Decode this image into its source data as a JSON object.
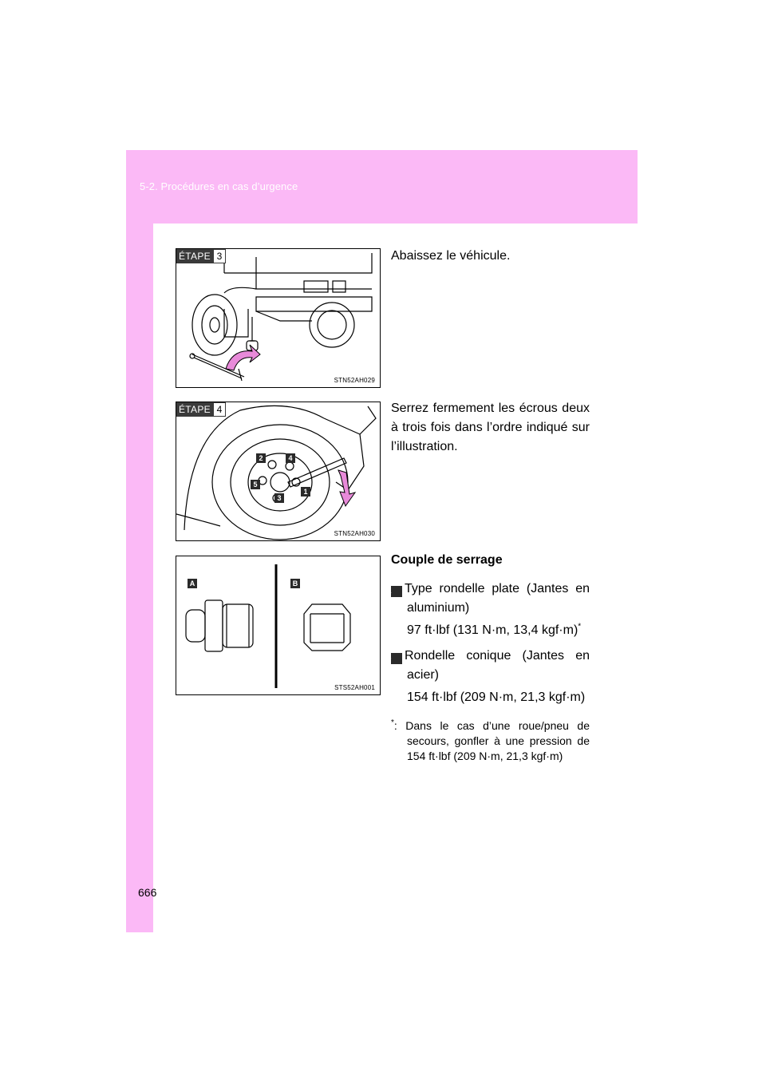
{
  "header": {
    "section_title": "5-2. Procédures en cas d’urgence"
  },
  "page_number": "666",
  "steps": [
    {
      "badge_word": "ÉTAPE",
      "badge_number": "3",
      "image_code": "STN52AH029",
      "text": "Abaissez le véhicule."
    },
    {
      "badge_word": "ÉTAPE",
      "badge_number": "4",
      "image_code": "STN52AH030",
      "text": "Serrez fermement les écrous deux à trois fois dans l’ordre indiqué sur l’illustration.",
      "nut_labels": [
        "1",
        "2",
        "3",
        "4",
        "5"
      ]
    }
  ],
  "torque": {
    "heading": "Couple de serrage",
    "image_code": "STS52AH001",
    "image_labels": [
      "A",
      "B"
    ],
    "items": [
      {
        "marker": "A",
        "label": "Type rondelle plate (Jantes en aluminium)",
        "value": "97 ft·lbf (131 N·m, 13,4 kgf·m)",
        "value_note_mark": "*"
      },
      {
        "marker": "B",
        "label": "Rondelle conique (Jantes en acier)",
        "value": "154 ft·lbf (209 N·m, 21,3 kgf·m)"
      }
    ],
    "footnote_symbol": "*",
    "footnote": ": Dans le cas d’une roue/pneu de secours, gonfler à une pression de 154 ft·lbf (209 N·m, 21,3 kgf·m)"
  }
}
